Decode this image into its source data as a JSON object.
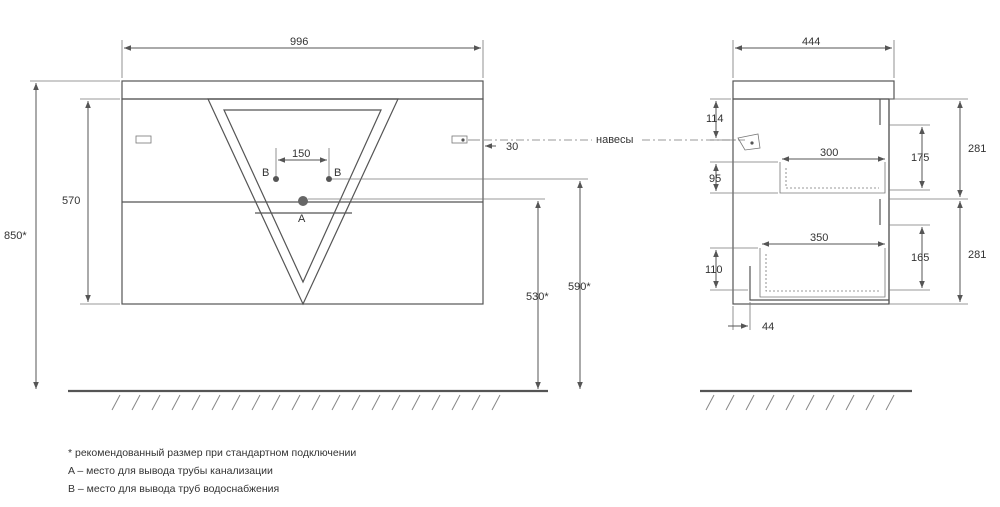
{
  "front_view": {
    "width": "996",
    "height_total": "850*",
    "height_body": "570",
    "outlet_height_a": "530*",
    "outlet_height_b": "590*",
    "pipe_spacing": "150",
    "hanger_offset": "30",
    "point_b_left": "B",
    "point_b_right": "B",
    "point_a": "A"
  },
  "side_view": {
    "depth": "444",
    "hangers_label": "навесы",
    "top_offset": "114",
    "upper_drawer_depth": "300",
    "upper_gap": "95",
    "upper_drawer_height": "175",
    "upper_section": "281",
    "lower_drawer_depth": "350",
    "lower_gap": "110",
    "lower_drawer_height": "165",
    "lower_section": "281",
    "back_offset": "44"
  },
  "notes": {
    "recommended": "* рекомендованный размер при стандартном подключении",
    "point_a": "A – место для вывода трубы канализации",
    "point_b": "B – место для вывода труб водоснабжения"
  }
}
